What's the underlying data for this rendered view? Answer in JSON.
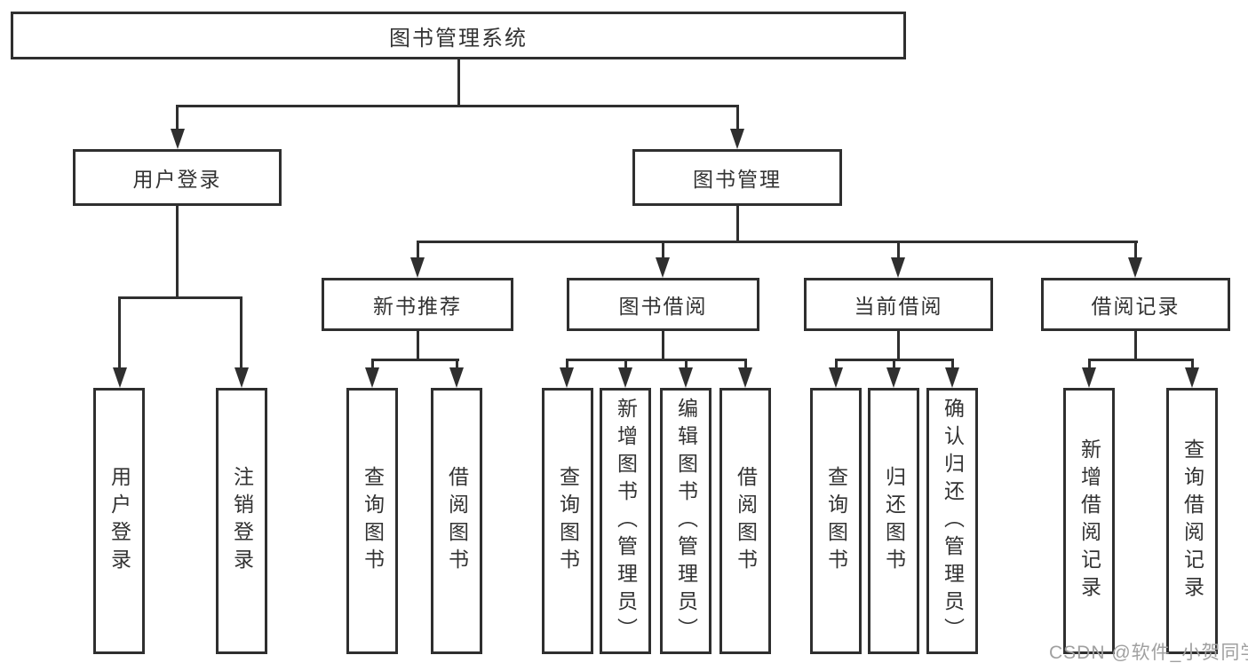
{
  "diagram": {
    "root": "图书管理系统",
    "branches": [
      {
        "label": "用户登录",
        "children": [
          "用户登录",
          "注销登录"
        ]
      },
      {
        "label": "图书管理",
        "children": [
          {
            "label": "新书推荐",
            "children": [
              "查询图书",
              "借阅图书"
            ]
          },
          {
            "label": "图书借阅",
            "children": [
              "查询图书",
              "新增图书（管理员）",
              "编辑图书（管理员）",
              "借阅图书"
            ]
          },
          {
            "label": "当前借阅",
            "children": [
              "查询图书",
              "归还图书",
              "确认归还（管理员）"
            ]
          },
          {
            "label": "借阅记录",
            "children": [
              "新增借阅记录",
              "查询借阅记录"
            ]
          }
        ]
      }
    ]
  },
  "watermark": "CSDN @软件_小贺同学",
  "colors": {
    "line": "#2f2f2f",
    "text": "#333333",
    "watermark": "#a0a0a0",
    "background": "#ffffff"
  }
}
